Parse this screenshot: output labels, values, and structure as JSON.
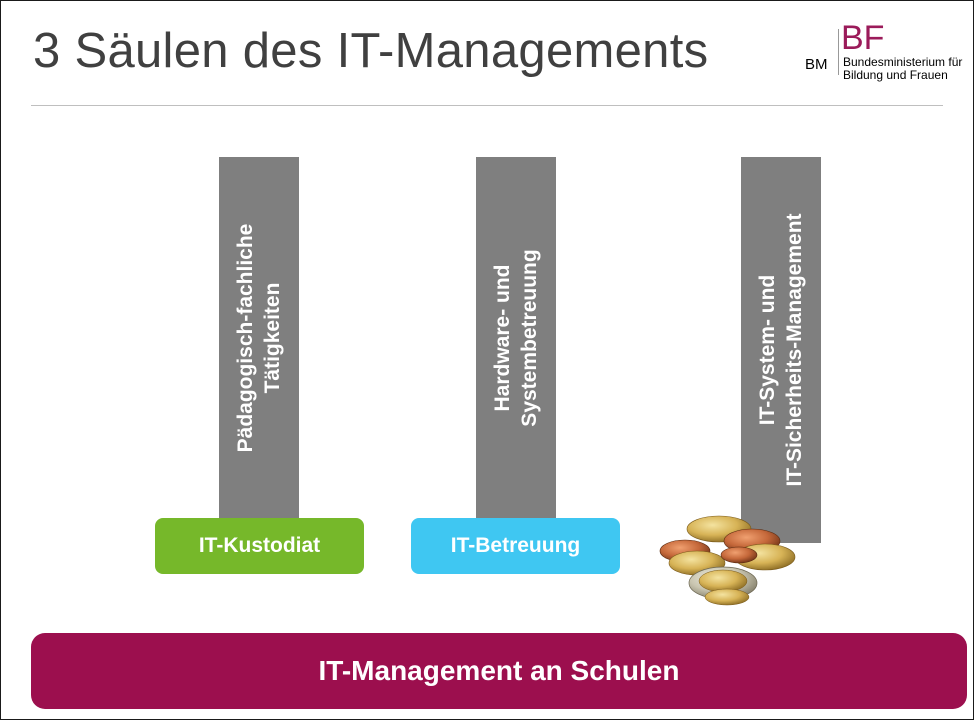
{
  "slide": {
    "title": "3 Säulen des IT-Managements"
  },
  "logo": {
    "bm": "BM",
    "bf": "BF",
    "line1": "Bundesministerium für",
    "line2": "Bildung und Frauen"
  },
  "pillars": [
    {
      "line1": "Pädagogisch-fachliche",
      "line2": "Tätigkeiten"
    },
    {
      "line1": "Hardware- und",
      "line2": "Systembetreuung"
    },
    {
      "line1": "IT-System- und",
      "line2": "IT-Sicherheits-Management"
    }
  ],
  "boxes": [
    {
      "label": "IT-Kustodiat",
      "color": "#76b82a"
    },
    {
      "label": "IT-Betreuung",
      "color": "#3fc7f2"
    }
  ],
  "coins": {
    "icon": "coins-icon"
  },
  "base": {
    "label": "IT-Management an Schulen",
    "color": "#9c0f4e"
  },
  "colors": {
    "pillar": "#7f7f7f",
    "title": "#404040",
    "brand": "#9b1b5a"
  }
}
